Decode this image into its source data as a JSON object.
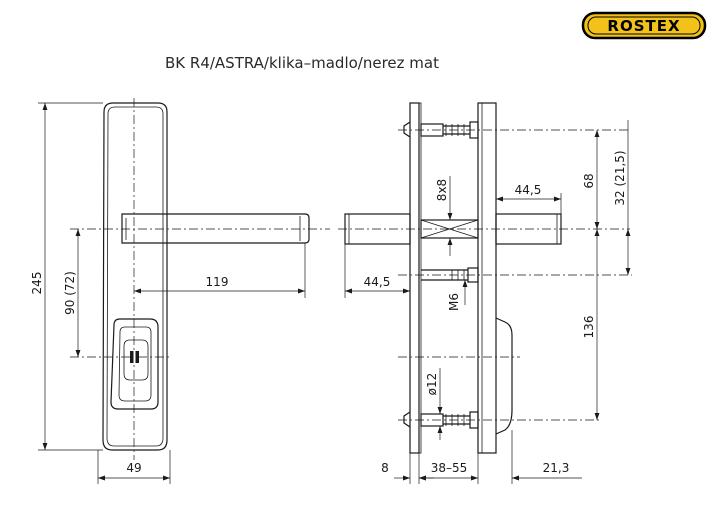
{
  "title": "BK R4/ASTRA/klika–madlo/nerez mat",
  "logo": {
    "text": "ROSTEX",
    "background_color": "#f2c21b",
    "border_color": "#000000"
  },
  "front_view": {
    "dim_height": "245",
    "dim_spacing": "90 (72)",
    "dim_width": "49",
    "dim_lever_length": "119"
  },
  "side_view": {
    "dim_square": "8x8",
    "dim_left_length": "44,5",
    "dim_right_length": "44,5",
    "dim_top": "68",
    "dim_top_alt": "32 (21,5)",
    "dim_lower": "136",
    "dim_thread": "M6",
    "dim_diameter": "ø12",
    "dim_plate": "8",
    "dim_door": "38–55",
    "dim_handle": "21,3"
  }
}
